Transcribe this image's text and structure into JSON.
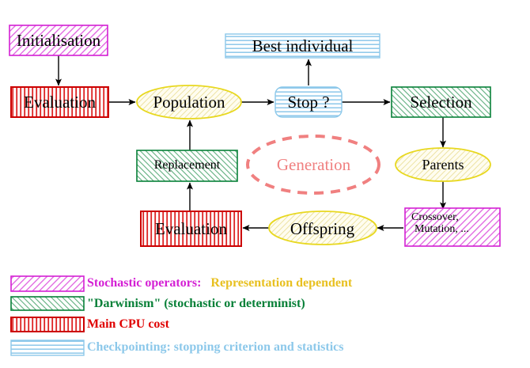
{
  "title": "Evolutionary Algorithm Cycle",
  "colors": {
    "magenta": "#d420d4",
    "magenta_fill": "#fde8fd",
    "green": "#088038",
    "green_fill": "#eaf7ee",
    "red": "#e00000",
    "red_fill": "#fdeaea",
    "blue": "#8cc8ea",
    "blue_fill": "#f2fafd",
    "yellow": "#e8d820",
    "yellow_fill": "#fdf8d8",
    "pink": "#f08080",
    "gold": "#e8c020",
    "arrow": "#000000",
    "text": "#000000",
    "background": "#ffffff"
  },
  "nodes": {
    "initialisation": {
      "label": "Initialisation",
      "shape": "rect",
      "style": "stochastic"
    },
    "evaluation_top": {
      "label": "Evaluation",
      "shape": "rect",
      "style": "cpu"
    },
    "population": {
      "label": "Population",
      "shape": "ellipse",
      "style": "data"
    },
    "best_individual": {
      "label": "Best individual",
      "shape": "rect",
      "style": "checkpoint"
    },
    "stop": {
      "label": "Stop ?",
      "shape": "rounded-rect",
      "style": "checkpoint"
    },
    "selection": {
      "label": "Selection",
      "shape": "rect",
      "style": "darwinism"
    },
    "parents": {
      "label": "Parents",
      "shape": "ellipse",
      "style": "data"
    },
    "crossover": {
      "label_line1": "Crossover,",
      "label_line2": "Mutation, ...",
      "shape": "rect",
      "style": "stochastic"
    },
    "offspring": {
      "label": "Offspring",
      "shape": "ellipse",
      "style": "data"
    },
    "evaluation_bottom": {
      "label": "Evaluation",
      "shape": "rect",
      "style": "cpu"
    },
    "replacement": {
      "label": "Replacement",
      "shape": "rect",
      "style": "darwinism"
    },
    "generation": {
      "label": "Generation",
      "shape": "dashed-ellipse",
      "style": "annotation"
    }
  },
  "edges": [
    {
      "from": "initialisation",
      "to": "evaluation_top",
      "direction": "down"
    },
    {
      "from": "evaluation_top",
      "to": "population",
      "direction": "right"
    },
    {
      "from": "population",
      "to": "stop",
      "direction": "right"
    },
    {
      "from": "stop",
      "to": "best_individual",
      "direction": "up"
    },
    {
      "from": "stop",
      "to": "selection",
      "direction": "right"
    },
    {
      "from": "selection",
      "to": "parents",
      "direction": "down"
    },
    {
      "from": "parents",
      "to": "crossover",
      "direction": "down"
    },
    {
      "from": "crossover",
      "to": "offspring",
      "direction": "left"
    },
    {
      "from": "offspring",
      "to": "evaluation_bottom",
      "direction": "left"
    },
    {
      "from": "evaluation_bottom",
      "to": "replacement",
      "direction": "up"
    },
    {
      "from": "replacement",
      "to": "population",
      "direction": "up"
    }
  ],
  "legend": {
    "items": [
      {
        "swatch": "diagonal-magenta",
        "segments": [
          {
            "text": "Stochastic operators:",
            "color_key": "magenta"
          },
          {
            "text": "Representation dependent",
            "color_key": "gold"
          }
        ]
      },
      {
        "swatch": "diagonal-green",
        "segments": [
          {
            "text": "\"Darwinism\" (stochastic or determinist)",
            "color_key": "green"
          }
        ]
      },
      {
        "swatch": "vertical-red",
        "segments": [
          {
            "text": "Main CPU cost",
            "color_key": "red"
          }
        ]
      },
      {
        "swatch": "horizontal-blue",
        "segments": [
          {
            "text": "Checkpointing: stopping criterion and statistics",
            "color_key": "blue"
          }
        ]
      }
    ]
  }
}
